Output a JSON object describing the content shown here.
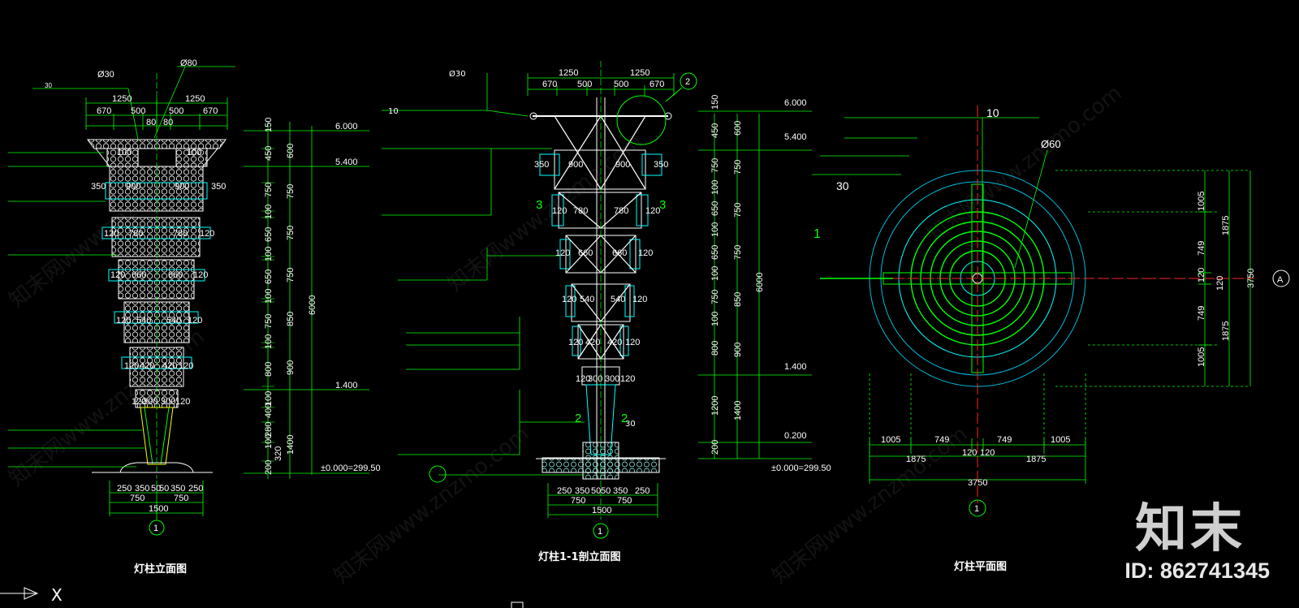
{
  "drawings": {
    "elevation": {
      "title": "灯柱立面图",
      "circle_label": "1",
      "top_dims": [
        "1250",
        "1250",
        "670",
        "500",
        "500",
        "670",
        "80",
        "80"
      ],
      "widths": [
        "100",
        "100",
        "350",
        "900",
        "900",
        "350",
        "120",
        "780",
        "780",
        "120",
        "120",
        "660",
        "660",
        "120",
        "120",
        "540",
        "540",
        "120",
        "120",
        "420",
        "420",
        "120",
        "120",
        "300",
        "300",
        "120"
      ],
      "base_dims": [
        "250",
        "350",
        "50",
        "50",
        "350",
        "250",
        "750",
        "750",
        "1500"
      ],
      "vert_dims": [
        "150",
        "450",
        "750",
        "100",
        "650",
        "100",
        "650",
        "100",
        "750",
        "100",
        "800",
        "100",
        "400",
        "280",
        "100",
        "320",
        "200"
      ],
      "vert_dims2": [
        "600",
        "750",
        "750",
        "750",
        "850",
        "900",
        "1400"
      ],
      "total": "6000",
      "levels": [
        "6.000",
        "5.400",
        "1.400",
        "±0.000=299.50"
      ],
      "pipe": "Ø80",
      "pipe2": "Ø30",
      "pipe3": "30"
    },
    "section": {
      "title": "灯柱1-1剖立面图",
      "circle_label": "1",
      "circle_label2": "2",
      "top_dims": [
        "1250",
        "1250",
        "670",
        "500",
        "500",
        "670"
      ],
      "widths": [
        "350",
        "900",
        "900",
        "350",
        "120",
        "780",
        "780",
        "120",
        "120",
        "660",
        "660",
        "120",
        "120",
        "540",
        "540",
        "120",
        "120",
        "420",
        "420",
        "120",
        "120",
        "300",
        "300",
        "120"
      ],
      "base_dims": [
        "250",
        "350",
        "50",
        "50",
        "350",
        "250",
        "750",
        "750",
        "1500"
      ],
      "vert_dims": [
        "150",
        "450",
        "750",
        "100",
        "650",
        "100",
        "650",
        "100",
        "750",
        "100",
        "800",
        "1200",
        "200"
      ],
      "vert_dims2": [
        "600",
        "750",
        "750",
        "750",
        "850",
        "900",
        "1400"
      ],
      "total": "6000",
      "levels": [
        "6.000",
        "5.400",
        "1.400",
        "0.200",
        "±0.000=299.50"
      ],
      "pipe": "Ø30",
      "sec_marks": [
        "3",
        "3",
        "2",
        "2"
      ],
      "note_10": "10",
      "note_30": "30"
    },
    "plan": {
      "title": "灯柱平面图",
      "circle_label": "1",
      "axis_label": "A",
      "side_mark": "1",
      "h_dims": [
        "1005",
        "749",
        "749",
        "1005",
        "1875",
        "120",
        "120",
        "1875",
        "3750"
      ],
      "v_dims": [
        "1005",
        "1875",
        "749",
        "120",
        "120",
        "749",
        "1875",
        "1005",
        "3750"
      ],
      "pipe": "Ø60",
      "note_10": "10",
      "note_30": "30"
    }
  },
  "brand": {
    "logo": "知末",
    "id": "ID: 862741345",
    "watermark": "知末网www.znzmo.com"
  },
  "ui": {
    "cursor_label": "X"
  }
}
